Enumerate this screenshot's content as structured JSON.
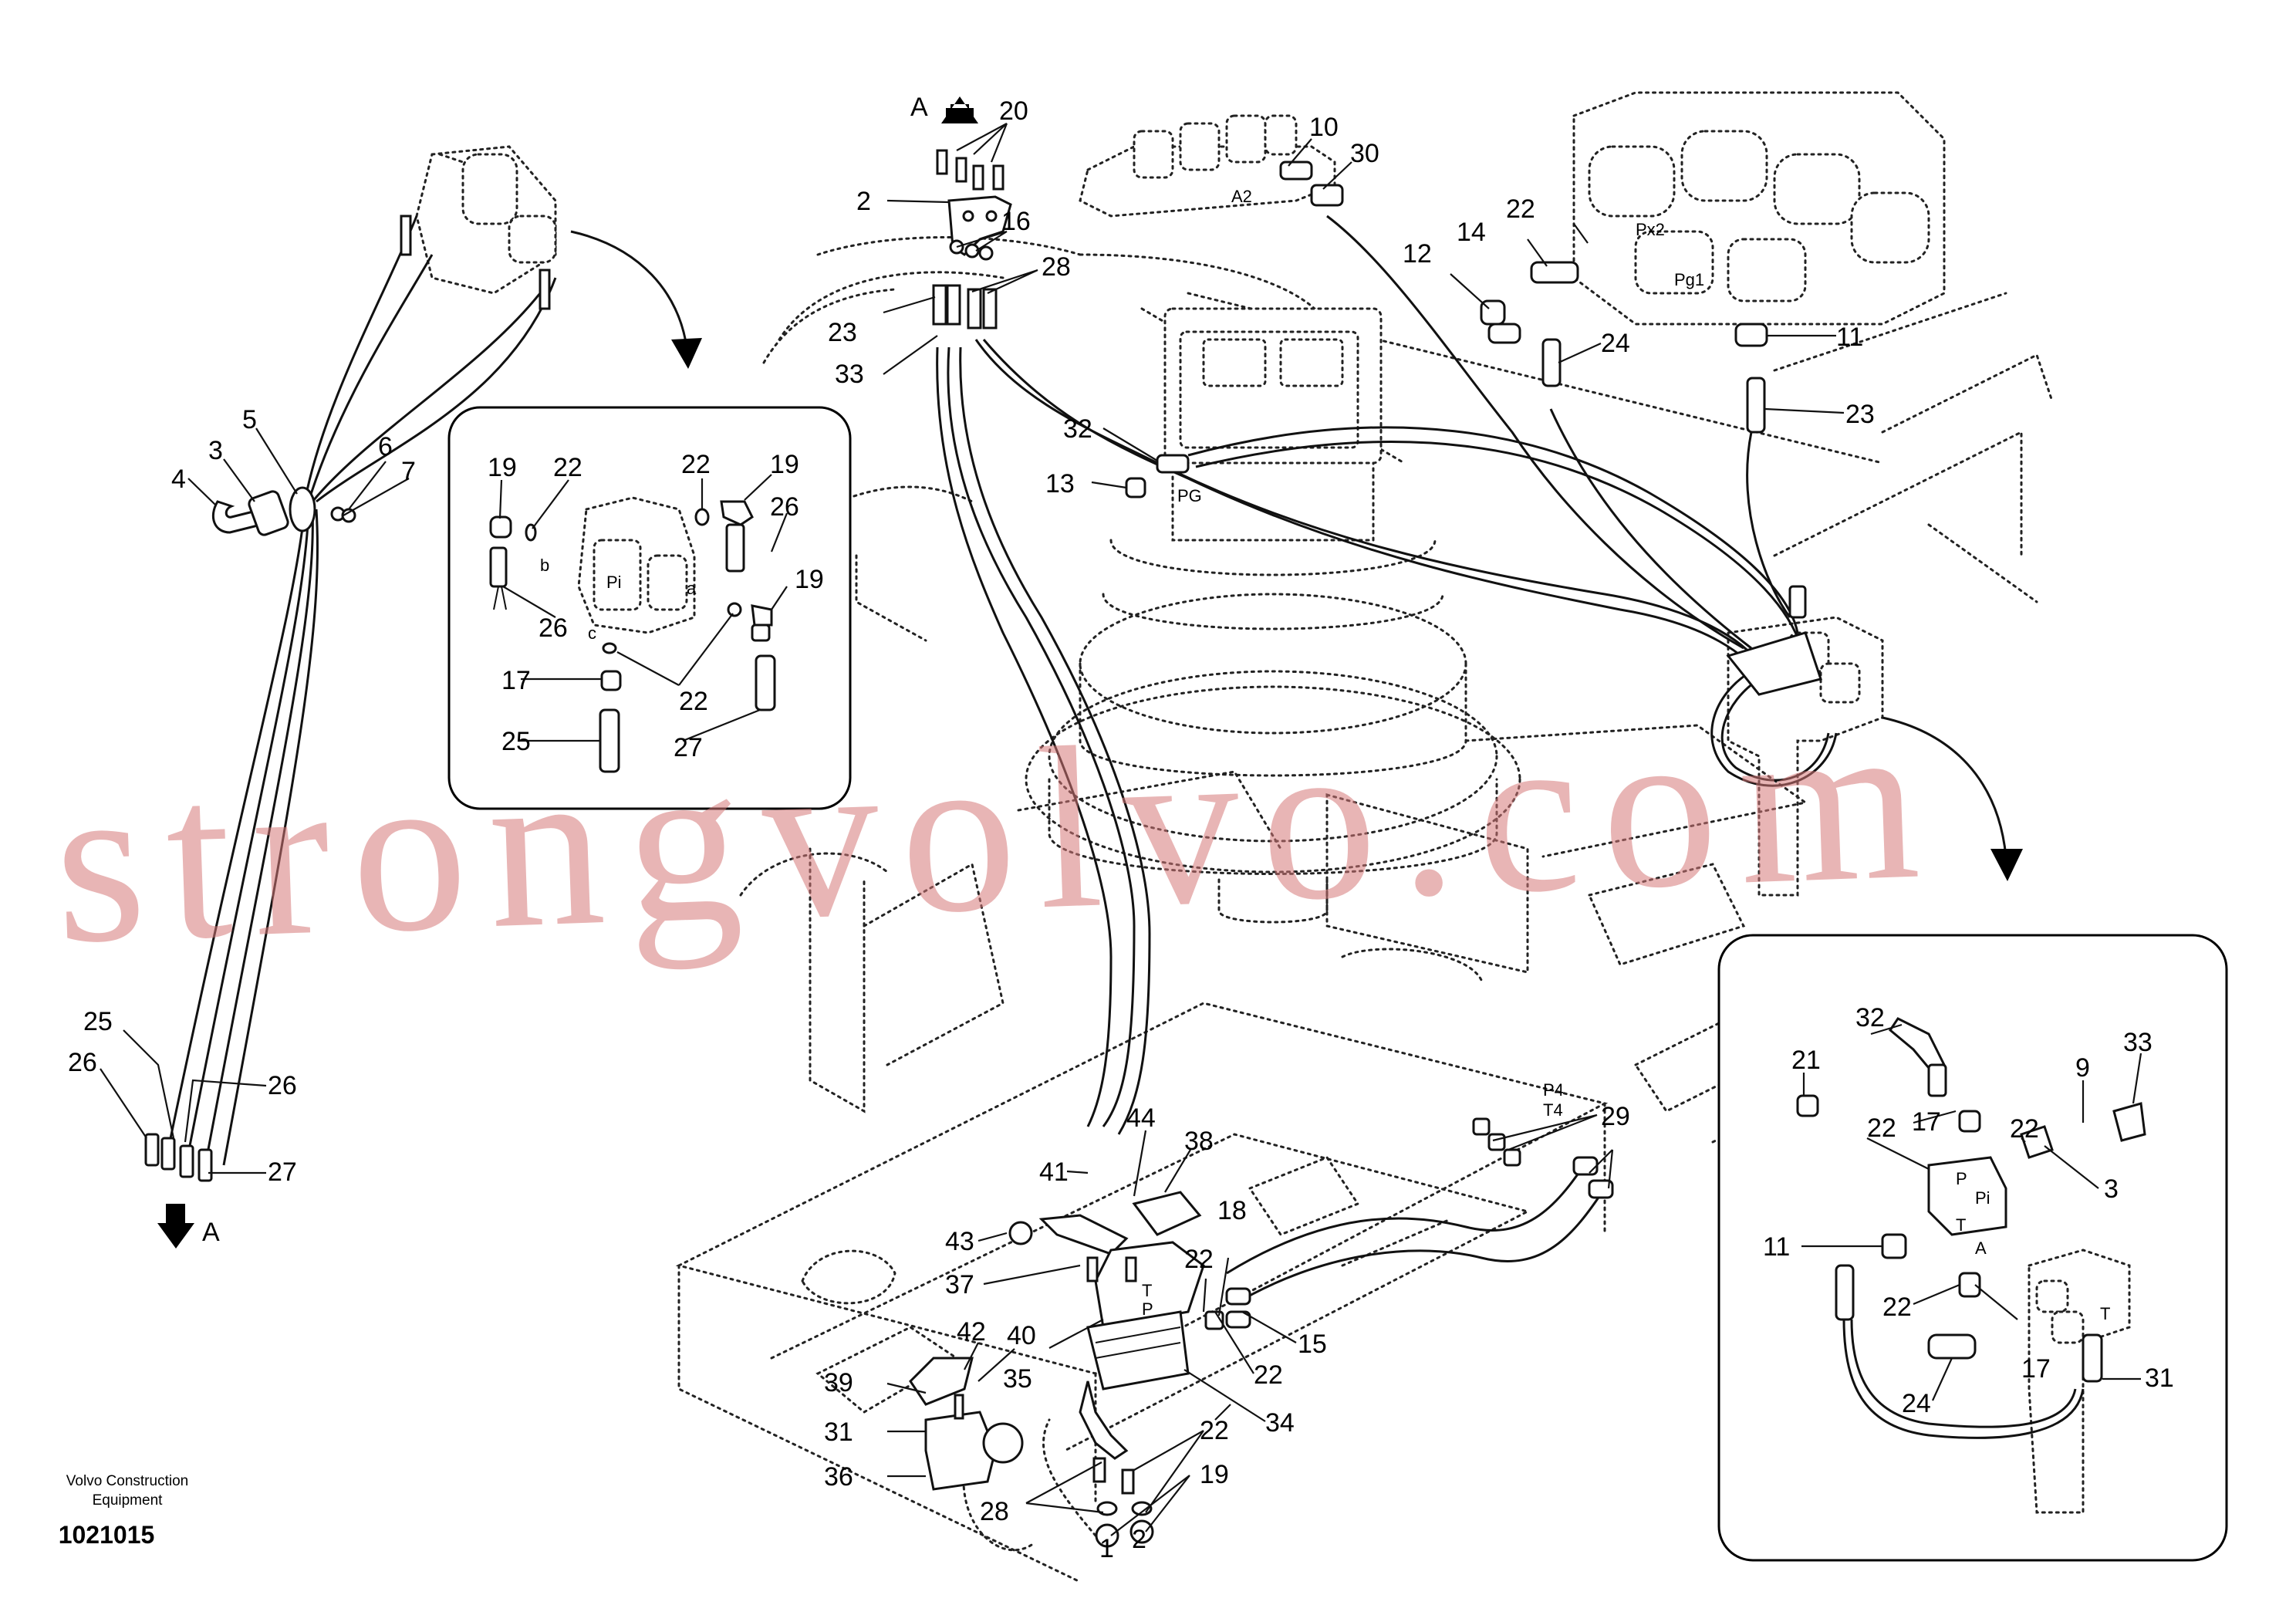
{
  "figure": {
    "publisher_line1": "Volvo Construction",
    "publisher_line2": "Equipment",
    "figure_number": "1021015",
    "watermark": "strongvolvo.com",
    "view_marker": "A"
  },
  "callouts": {
    "c1": "1",
    "c2": "2",
    "c3": "3",
    "c4": "4",
    "c5": "5",
    "c6": "6",
    "c7": "7",
    "c9": "9",
    "c10": "10",
    "c11": "11",
    "c12": "12",
    "c13": "13",
    "c14": "14",
    "c15": "15",
    "c16": "16",
    "c17": "17",
    "c18": "18",
    "c19": "19",
    "c20": "20",
    "c21": "21",
    "c22": "22",
    "c23": "23",
    "c24": "24",
    "c25": "25",
    "c26": "26",
    "c27": "27",
    "c28": "28",
    "c29": "29",
    "c30": "30",
    "c31": "31",
    "c32": "32",
    "c33": "33",
    "c34": "34",
    "c35": "35",
    "c36": "36",
    "c37": "37",
    "c38": "38",
    "c39": "39",
    "c40": "40",
    "c41": "41",
    "c42": "42",
    "c43": "43",
    "c44": "44"
  },
  "ports": {
    "a2": "A2",
    "px2": "Px2",
    "pg1": "Pg1",
    "pg": "PG",
    "pi": "Pi",
    "b": "b",
    "a": "a",
    "c": "c",
    "p4": "P4",
    "t4": "T4",
    "t": "T",
    "p": "P",
    "big_a": "A"
  }
}
